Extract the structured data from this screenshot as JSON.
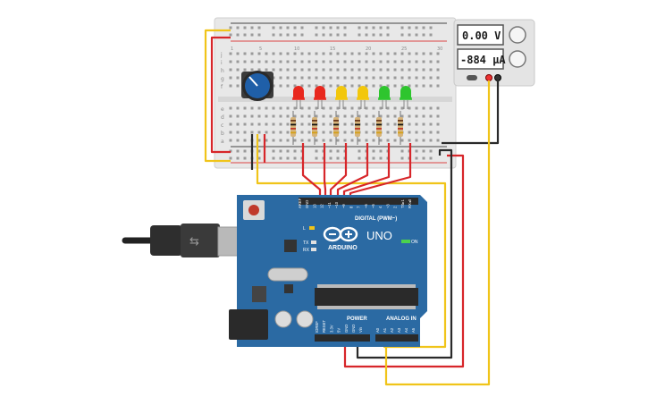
{
  "psu": {
    "voltage": "0.00 V",
    "current": "-884 µA"
  },
  "arduino": {
    "logo_text": "ARDUINO",
    "model": "UNO",
    "digital_header": "DIGITAL (PWM~)",
    "power_header": "POWER",
    "analog_header": "ANALOG IN",
    "led_labels": [
      "L",
      "TX",
      "RX"
    ],
    "on_label": "ON",
    "digital_pins": [
      "AREF",
      "GND",
      "13",
      "12",
      "~11",
      "~10",
      "~9",
      "8",
      "7",
      "~6",
      "~5",
      "4",
      "~3",
      "2",
      "TX▸1",
      "RX◂0"
    ],
    "power_pins": [
      "IOREF",
      "RESET",
      "3.3V",
      "5V",
      "GND",
      "GND",
      "Vin"
    ],
    "analog_pins": [
      "A0",
      "A1",
      "A2",
      "A3",
      "A4",
      "A5"
    ]
  },
  "breadboard": {
    "row_letters_top": [
      "j",
      "i",
      "h",
      "g",
      "f"
    ],
    "row_letters_bottom": [
      "e",
      "d",
      "c",
      "b",
      "a"
    ],
    "column_numbers": [
      "1",
      "5",
      "10",
      "15",
      "20",
      "25",
      "30"
    ]
  },
  "leds": [
    {
      "color": "red"
    },
    {
      "color": "red"
    },
    {
      "color": "yellow"
    },
    {
      "color": "yellow"
    },
    {
      "color": "green"
    },
    {
      "color": "green"
    }
  ],
  "colors": {
    "led_red": "#e8281e",
    "led_yellow": "#f2c70c",
    "led_green": "#2ec52e",
    "board": "#2b6aa3",
    "wire_red": "#d7262a",
    "wire_yellow": "#f0c419",
    "wire_black": "#2a2a2a",
    "potentiometer": "#1f5fa8"
  }
}
